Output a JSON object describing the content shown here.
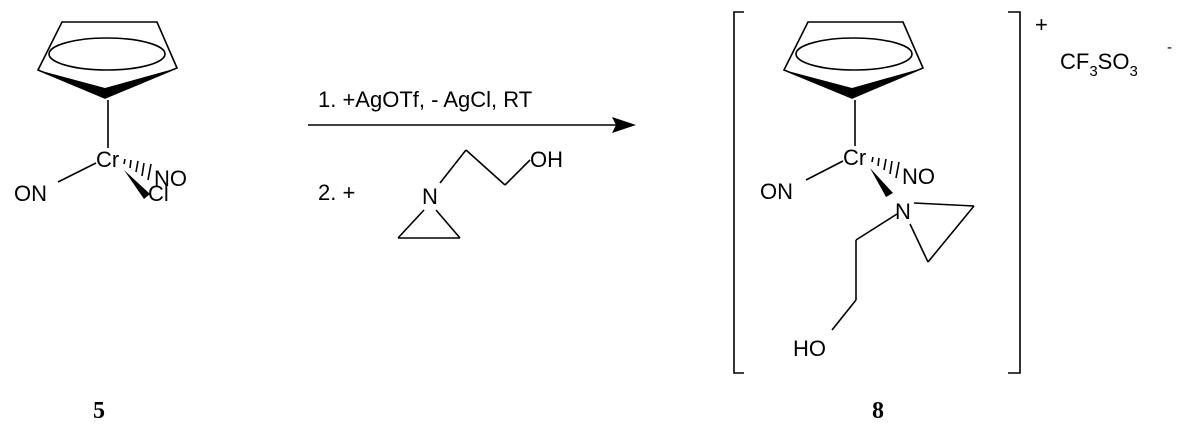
{
  "compound5": {
    "number": "5",
    "metal": "Cr",
    "ligand_left": "ON",
    "ligand_right": "NO",
    "ligand_halide": "Cl"
  },
  "conditions": {
    "step1": "1. +AgOTf, - AgCl, RT",
    "step2": "2. +",
    "reagent_N": "N",
    "reagent_OH": "OH"
  },
  "compound8": {
    "number": "8",
    "metal": "Cr",
    "ligand_left": "ON",
    "ligand_right": "NO",
    "ligand_N": "N",
    "ligand_HO": "HO",
    "charge": "+",
    "counterion_main": "CF",
    "counterion_sub1": "3",
    "counterion_mid": "SO",
    "counterion_sub2": "3",
    "counterion_charge": "-"
  }
}
